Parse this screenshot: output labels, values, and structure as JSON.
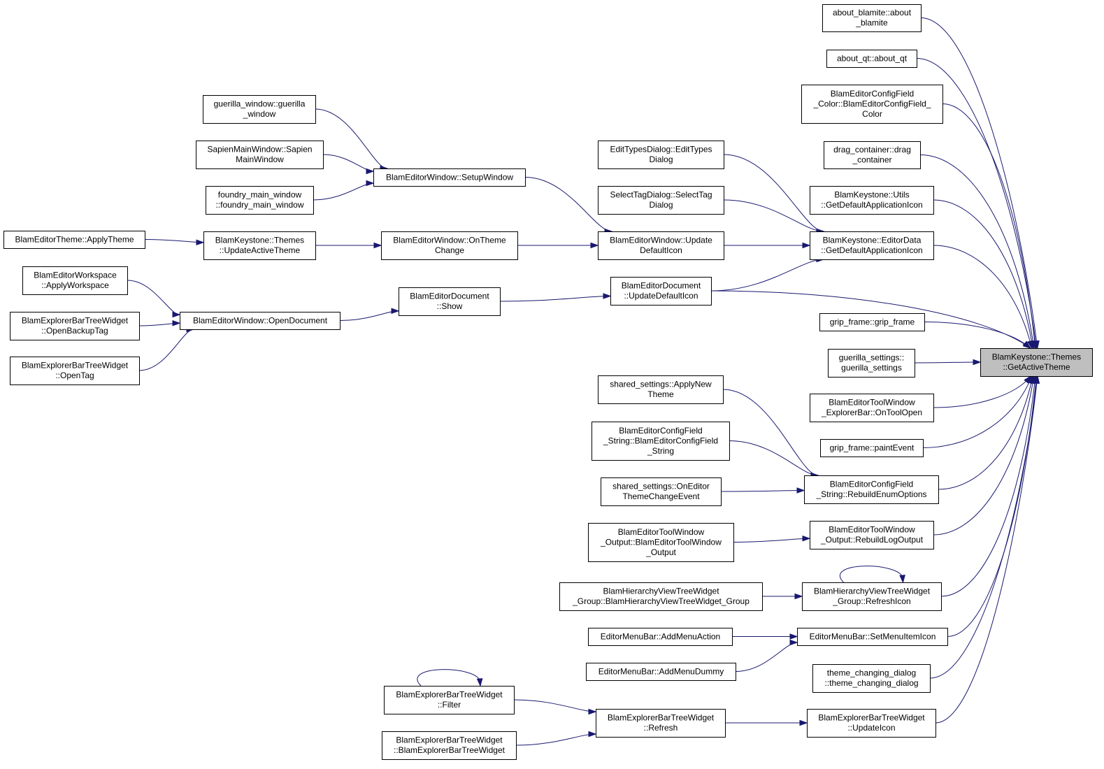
{
  "diagram": {
    "type": "call-graph",
    "edge_color": "#191970",
    "root_fill": "#bfbfbf",
    "nodes": [
      {
        "id": "root",
        "lines": [
          "BlamKeystone::Themes",
          "::GetActiveTheme"
        ],
        "root": true
      },
      {
        "id": "about_blamite",
        "lines": [
          "about_blamite::about",
          "_blamite"
        ]
      },
      {
        "id": "about_qt",
        "lines": [
          "about_qt::about_qt"
        ]
      },
      {
        "id": "cfg_color",
        "lines": [
          "BlamEditorConfigField",
          "_Color::BlamEditorConfigField_",
          "Color"
        ]
      },
      {
        "id": "drag_container",
        "lines": [
          "drag_container::drag",
          "_container"
        ]
      },
      {
        "id": "utils_icon",
        "lines": [
          "BlamKeystone::Utils",
          "::GetDefaultApplicationIcon"
        ]
      },
      {
        "id": "editordata_icon",
        "lines": [
          "BlamKeystone::EditorData",
          "::GetDefaultApplicationIcon"
        ]
      },
      {
        "id": "doc_update_icon",
        "lines": [
          "BlamEditorDocument",
          "::UpdateDefaultIcon"
        ]
      },
      {
        "id": "grip_frame",
        "lines": [
          "grip_frame::grip_frame"
        ]
      },
      {
        "id": "guerilla_settings",
        "lines": [
          "guerilla_settings::",
          "guerilla_settings"
        ]
      },
      {
        "id": "tool_explorer",
        "lines": [
          "BlamEditorToolWindow",
          "_ExplorerBar::OnToolOpen"
        ]
      },
      {
        "id": "grip_paint",
        "lines": [
          "grip_frame::paintEvent"
        ]
      },
      {
        "id": "rebuild_enum",
        "lines": [
          "BlamEditorConfigField",
          "_String::RebuildEnumOptions"
        ]
      },
      {
        "id": "rebuild_log",
        "lines": [
          "BlamEditorToolWindow",
          "_Output::RebuildLogOutput"
        ]
      },
      {
        "id": "hier_refresh",
        "lines": [
          "BlamHierarchyViewTreeWidget",
          "_Group::RefreshIcon"
        ]
      },
      {
        "id": "set_menu_icon",
        "lines": [
          "EditorMenuBar::SetMenuItemIcon"
        ]
      },
      {
        "id": "theme_dialog",
        "lines": [
          "theme_changing_dialog",
          "::theme_changing_dialog"
        ]
      },
      {
        "id": "explorer_update_icon",
        "lines": [
          "BlamExplorerBarTreeWidget",
          "::UpdateIcon"
        ]
      },
      {
        "id": "edit_types",
        "lines": [
          "EditTypesDialog::EditTypes",
          "Dialog"
        ]
      },
      {
        "id": "select_tag",
        "lines": [
          "SelectTagDialog::SelectTag",
          "Dialog"
        ]
      },
      {
        "id": "win_update_icon",
        "lines": [
          "BlamEditorWindow::Update",
          "DefaultIcon"
        ]
      },
      {
        "id": "win_theme_change",
        "lines": [
          "BlamEditorWindow::OnTheme",
          "Change"
        ]
      },
      {
        "id": "doc_show",
        "lines": [
          "BlamEditorDocument",
          "::Show"
        ]
      },
      {
        "id": "setup_window",
        "lines": [
          "BlamEditorWindow::SetupWindow"
        ]
      },
      {
        "id": "guerilla_window",
        "lines": [
          "guerilla_window::guerilla",
          "_window"
        ]
      },
      {
        "id": "sapien_window",
        "lines": [
          "SapienMainWindow::Sapien",
          "MainWindow"
        ]
      },
      {
        "id": "foundry_window",
        "lines": [
          "foundry_main_window",
          "::foundry_main_window"
        ]
      },
      {
        "id": "update_active_theme",
        "lines": [
          "BlamKeystone::Themes",
          "::UpdateActiveTheme"
        ]
      },
      {
        "id": "apply_theme",
        "lines": [
          "BlamEditorTheme::ApplyTheme"
        ]
      },
      {
        "id": "apply_workspace",
        "lines": [
          "BlamEditorWorkspace",
          "::ApplyWorkspace"
        ]
      },
      {
        "id": "open_document",
        "lines": [
          "BlamEditorWindow::OpenDocument"
        ]
      },
      {
        "id": "open_backup",
        "lines": [
          "BlamExplorerBarTreeWidget",
          "::OpenBackupTag"
        ]
      },
      {
        "id": "open_tag",
        "lines": [
          "BlamExplorerBarTreeWidget",
          "::OpenTag"
        ]
      },
      {
        "id": "apply_new_theme",
        "lines": [
          "shared_settings::ApplyNew",
          "Theme"
        ]
      },
      {
        "id": "cfg_string",
        "lines": [
          "BlamEditorConfigField",
          "_String::BlamEditorConfigField",
          "_String"
        ]
      },
      {
        "id": "on_editor_theme",
        "lines": [
          "shared_settings::OnEditor",
          "ThemeChangeEvent"
        ]
      },
      {
        "id": "tool_output",
        "lines": [
          "BlamEditorToolWindow",
          "_Output::BlamEditorToolWindow",
          "_Output"
        ]
      },
      {
        "id": "hier_group",
        "lines": [
          "BlamHierarchyViewTreeWidget",
          "_Group::BlamHierarchyViewTreeWidget_Group"
        ]
      },
      {
        "id": "add_menu_action",
        "lines": [
          "EditorMenuBar::AddMenuAction"
        ]
      },
      {
        "id": "add_menu_dummy",
        "lines": [
          "EditorMenuBar::AddMenuDummy"
        ]
      },
      {
        "id": "explorer_filter",
        "lines": [
          "BlamExplorerBarTreeWidget",
          "::Filter"
        ]
      },
      {
        "id": "explorer_ctor",
        "lines": [
          "BlamExplorerBarTreeWidget",
          "::BlamExplorerBarTreeWidget"
        ]
      },
      {
        "id": "explorer_refresh",
        "lines": [
          "BlamExplorerBarTreeWidget",
          "::Refresh"
        ]
      }
    ],
    "edges": [
      {
        "from": "about_blamite",
        "to": "root"
      },
      {
        "from": "about_qt",
        "to": "root"
      },
      {
        "from": "cfg_color",
        "to": "root"
      },
      {
        "from": "drag_container",
        "to": "root"
      },
      {
        "from": "utils_icon",
        "to": "root"
      },
      {
        "from": "editordata_icon",
        "to": "root"
      },
      {
        "from": "doc_update_icon",
        "to": "root"
      },
      {
        "from": "grip_frame",
        "to": "root"
      },
      {
        "from": "guerilla_settings",
        "to": "root"
      },
      {
        "from": "tool_explorer",
        "to": "root"
      },
      {
        "from": "grip_paint",
        "to": "root"
      },
      {
        "from": "rebuild_enum",
        "to": "root"
      },
      {
        "from": "rebuild_log",
        "to": "root"
      },
      {
        "from": "hier_refresh",
        "to": "root"
      },
      {
        "from": "set_menu_icon",
        "to": "root"
      },
      {
        "from": "theme_dialog",
        "to": "root"
      },
      {
        "from": "explorer_update_icon",
        "to": "root"
      },
      {
        "from": "edit_types",
        "to": "editordata_icon"
      },
      {
        "from": "select_tag",
        "to": "editordata_icon"
      },
      {
        "from": "win_update_icon",
        "to": "editordata_icon"
      },
      {
        "from": "doc_update_icon",
        "to": "editordata_icon"
      },
      {
        "from": "setup_window",
        "to": "win_update_icon"
      },
      {
        "from": "win_theme_change",
        "to": "win_update_icon"
      },
      {
        "from": "guerilla_window",
        "to": "setup_window"
      },
      {
        "from": "sapien_window",
        "to": "setup_window"
      },
      {
        "from": "foundry_window",
        "to": "setup_window"
      },
      {
        "from": "update_active_theme",
        "to": "win_theme_change"
      },
      {
        "from": "apply_theme",
        "to": "update_active_theme"
      },
      {
        "from": "doc_show",
        "to": "doc_update_icon"
      },
      {
        "from": "open_document",
        "to": "doc_show"
      },
      {
        "from": "apply_workspace",
        "to": "open_document"
      },
      {
        "from": "open_backup",
        "to": "open_document"
      },
      {
        "from": "open_tag",
        "to": "open_document"
      },
      {
        "from": "apply_new_theme",
        "to": "rebuild_enum"
      },
      {
        "from": "cfg_string",
        "to": "rebuild_enum"
      },
      {
        "from": "on_editor_theme",
        "to": "rebuild_enum"
      },
      {
        "from": "tool_output",
        "to": "rebuild_log"
      },
      {
        "from": "hier_group",
        "to": "hier_refresh"
      },
      {
        "from": "hier_refresh",
        "to": "hier_refresh"
      },
      {
        "from": "add_menu_action",
        "to": "set_menu_icon"
      },
      {
        "from": "add_menu_dummy",
        "to": "set_menu_icon"
      },
      {
        "from": "explorer_refresh",
        "to": "explorer_update_icon"
      },
      {
        "from": "explorer_filter",
        "to": "explorer_refresh"
      },
      {
        "from": "explorer_ctor",
        "to": "explorer_refresh"
      },
      {
        "from": "explorer_filter",
        "to": "explorer_filter"
      }
    ]
  }
}
